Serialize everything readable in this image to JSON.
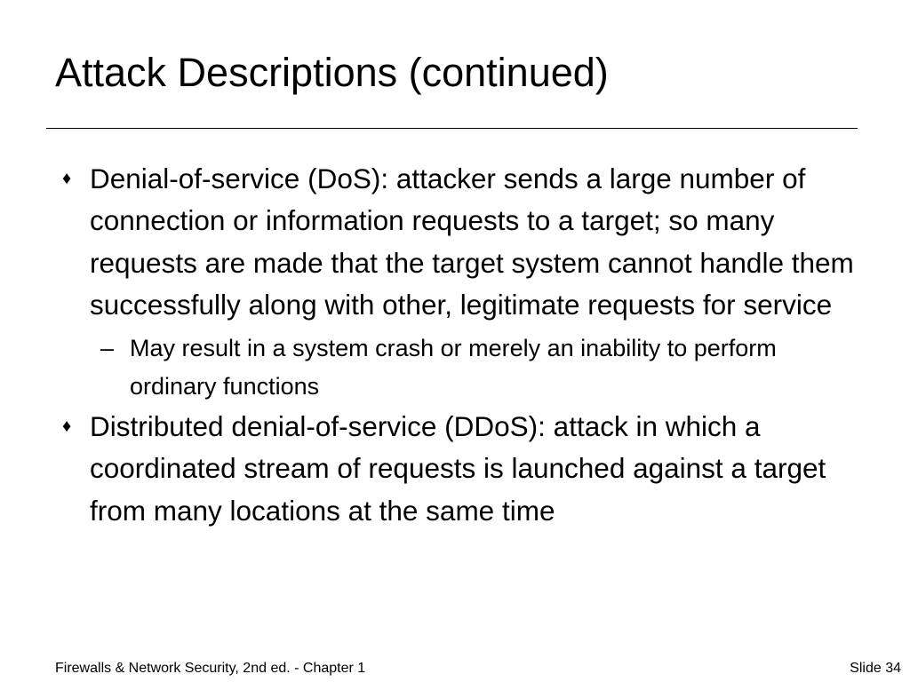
{
  "slide": {
    "title": "Attack Descriptions (continued)",
    "bullet_symbol": "♦",
    "sub_bullet_symbol": "–",
    "bullets": [
      {
        "text": "Denial-of-service (DoS): attacker sends a large number of connection or information requests to a target; so many requests are made that the target system cannot handle them successfully along with other, legitimate requests for service",
        "sub": "May result in a system crash or merely an inability to perform ordinary functions"
      },
      {
        "text": "Distributed denial-of-service (DDoS): attack in which a coordinated stream of requests is launched against a target from many locations at the same time"
      }
    ]
  },
  "footer": {
    "left": "Firewalls & Network Security, 2nd ed. - Chapter 1",
    "right": "Slide 34"
  }
}
